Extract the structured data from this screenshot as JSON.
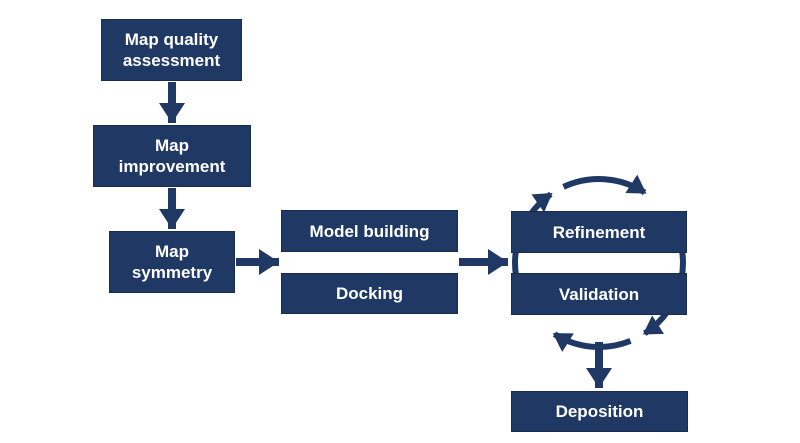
{
  "palette": {
    "navy": "#1f3864",
    "box_text": "#ffffff",
    "background": "#ffffff"
  },
  "diagram": {
    "type": "flowchart",
    "nodes": [
      {
        "id": "map-quality-assessment",
        "label": "Map quality\nassessment"
      },
      {
        "id": "map-improvement",
        "label": "Map\nimprovement"
      },
      {
        "id": "map-symmetry",
        "label": "Map\nsymmetry"
      },
      {
        "id": "model-building",
        "label": "Model building"
      },
      {
        "id": "docking",
        "label": "Docking"
      },
      {
        "id": "refinement",
        "label": "Refinement"
      },
      {
        "id": "validation",
        "label": "Validation"
      },
      {
        "id": "deposition",
        "label": "Deposition"
      }
    ],
    "edges": [
      {
        "from": "map-quality-assessment",
        "to": "map-improvement"
      },
      {
        "from": "map-improvement",
        "to": "map-symmetry"
      },
      {
        "from": "map-symmetry",
        "to": "model-building / docking"
      },
      {
        "from": "model-building / docking",
        "to": "refinement / validation"
      },
      {
        "from": "refinement / validation",
        "to": "deposition"
      }
    ],
    "cycle": {
      "nodes": [
        "refinement",
        "validation"
      ],
      "direction": "clockwise",
      "arrowheads": 4
    }
  }
}
